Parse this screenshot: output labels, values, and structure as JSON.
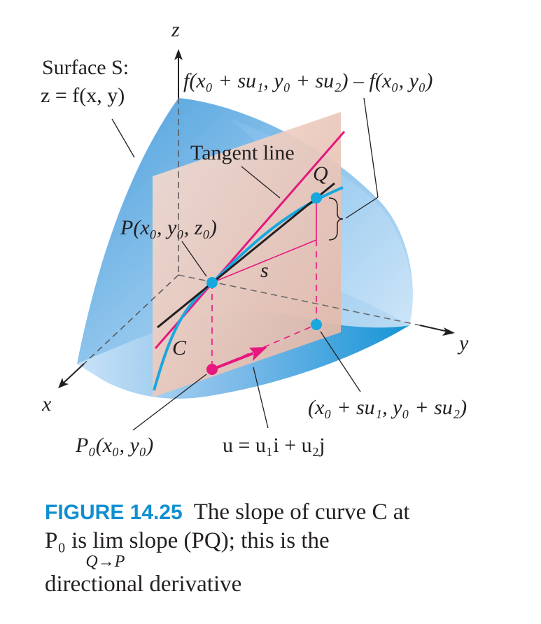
{
  "labels": {
    "z_axis": "z",
    "y_axis": "y",
    "x_axis": "x",
    "surface_line1": "Surface S:",
    "surface_line2": "z = f(x, y)",
    "increment_expr": "f(x₀ + su₁, y₀ + su₂) – f(x₀, y₀)",
    "tangent_line": "Tangent line",
    "point_q": "Q",
    "point_p": "P(x₀, y₀, z₀)",
    "segment_s": "s",
    "curve_c": "C",
    "base_point": "P₀(x₀, y₀)",
    "unit_vector": "u = u₁i + u₂j",
    "shifted_point": "(x₀ + su₁, y₀ + su₂)"
  },
  "caption": {
    "figure_number": "FIGURE 14.25",
    "line1_text": "The slope of curve C at",
    "line2_pre": "P₀ is",
    "lim_word": "lim",
    "lim_sub": "Q→P",
    "line2_post": "slope (PQ); this is the",
    "line3": "directional derivative"
  },
  "colors": {
    "surface": "#5aa9e0",
    "plane": "#f0d0c4",
    "tangent_magenta": "#e6177f",
    "curve_cyan": "#17a8df",
    "axis_black": "#231f20",
    "caption_blue": "#0f8fd1"
  }
}
